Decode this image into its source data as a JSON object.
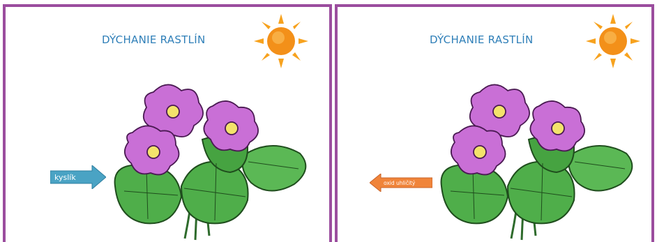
{
  "slides": [
    {
      "title": "DÝCHANIE RASTLÍN",
      "arrow_label": "kyslík",
      "arrow_direction": "right",
      "arrow_color": "#4aa3c4"
    },
    {
      "title": "DÝCHANIE RASTLÍN",
      "arrow_label": "oxid uhličitý",
      "arrow_direction": "left",
      "arrow_color": "#f0843a"
    }
  ],
  "colors": {
    "frame": "#9b4d9e",
    "title": "#2f7fb8",
    "sun": "#f7921e",
    "petal": "#c96fd6",
    "leaf": "#4fae4a"
  },
  "icons": [
    "sun-icon",
    "plant-illustration",
    "arrow-right-icon",
    "arrow-left-icon"
  ]
}
